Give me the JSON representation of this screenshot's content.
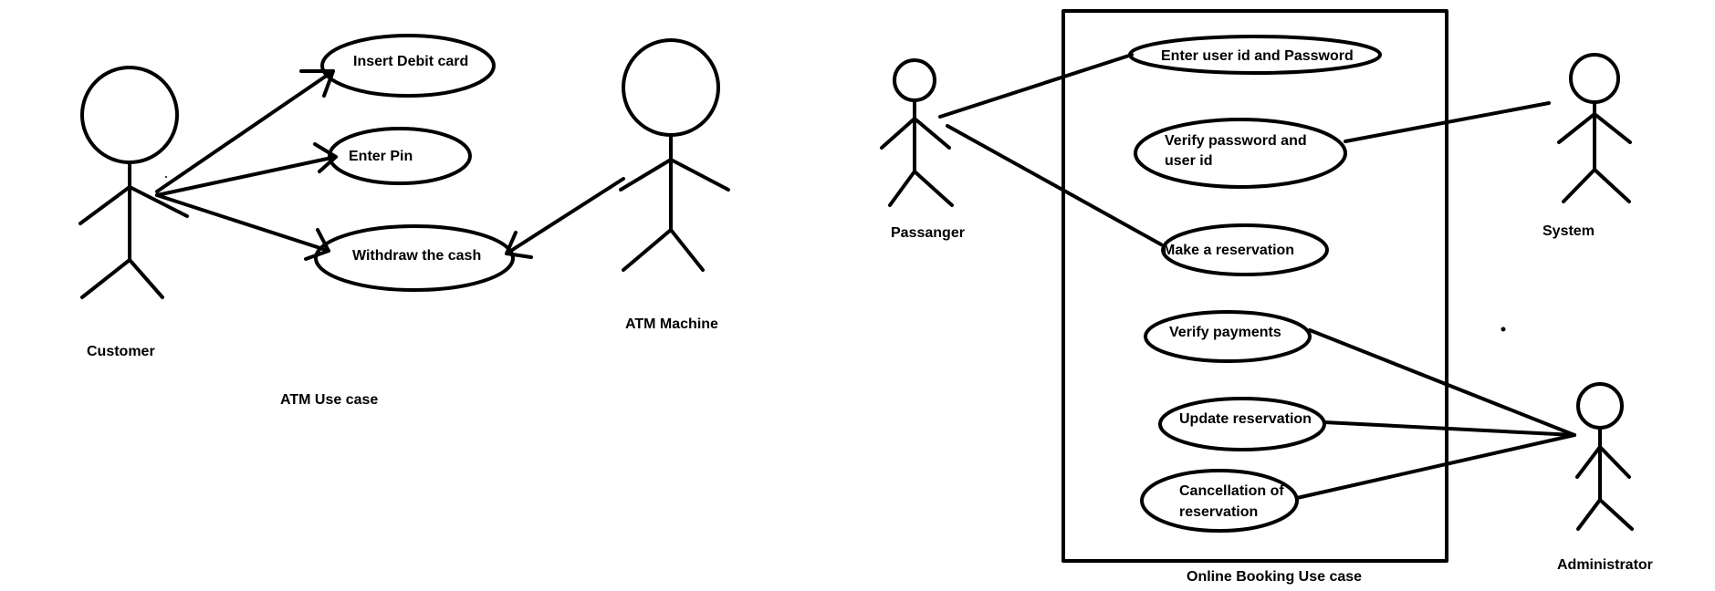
{
  "atm": {
    "caption": "ATM Use case",
    "actors": {
      "customer": "Customer",
      "atm_machine": "ATM Machine"
    },
    "use_cases": {
      "insert_card": "Insert Debit card",
      "enter_pin": "Enter Pin",
      "withdraw": "Withdraw the cash"
    }
  },
  "booking": {
    "caption": "Online Booking Use case",
    "actors": {
      "passenger": "Passanger",
      "system": "System",
      "administrator": "Administrator"
    },
    "use_cases": {
      "enter_credentials": "Enter user id and Password",
      "verify_password_line1": "Verify password and",
      "verify_password_line2": "user id",
      "make_reservation": "Make a reservation",
      "verify_payments": "Verify payments",
      "update_reservation": "Update reservation",
      "cancellation_line1": "Cancellation of",
      "cancellation_line2": "reservation"
    }
  }
}
